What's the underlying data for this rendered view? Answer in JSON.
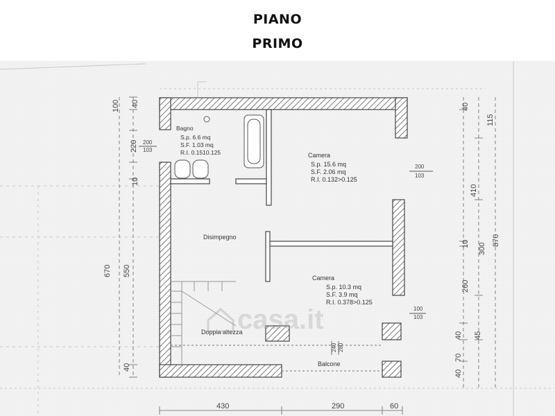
{
  "header": {
    "line1": "PIANO",
    "line2": "PRIMO"
  },
  "rooms": {
    "bagno": {
      "name": "Bagno",
      "sp": "S.p. 6.6 mq",
      "sf": "S.F. 1.03 mq",
      "ri": "R.I. 0.1510.125"
    },
    "camera1": {
      "name": "Camera",
      "sp": "S.p. 15.6 mq",
      "sf": "S.F. 2.06 mq",
      "ri": "R.I. 0.132>0.125"
    },
    "disimpegno": {
      "name": "Disimpegno"
    },
    "camera2": {
      "name": "Camera",
      "sp": "S.p. 10.3 mq",
      "sf": "S.F. 3.9 mq",
      "ri": "R.I. 0.378>0.125"
    },
    "doppia": {
      "name": "Doppia altezza"
    },
    "balcone": {
      "name": "Balcone"
    }
  },
  "windows": {
    "bagno_top": "200",
    "bagno_bot": "103",
    "camera1_top": "200",
    "camera1_bot": "103",
    "camera2_top": "100",
    "camera2_bot": "103",
    "door_top": "280",
    "door_bot": "240"
  },
  "dimensions": {
    "left": [
      "100",
      "40",
      "220",
      "10",
      "670",
      "550",
      "40"
    ],
    "right_inner": [
      "40",
      "410",
      "10",
      "260",
      "40",
      "70",
      "40"
    ],
    "right_mid": [
      "115",
      "300",
      "45"
    ],
    "right_outer": [
      "870"
    ],
    "bottom": [
      "430",
      "290",
      "60"
    ]
  },
  "watermark": {
    "text": "casa.it"
  },
  "colors": {
    "hatch": "#555555",
    "line": "#444444",
    "paper": "#f4f4f4"
  }
}
